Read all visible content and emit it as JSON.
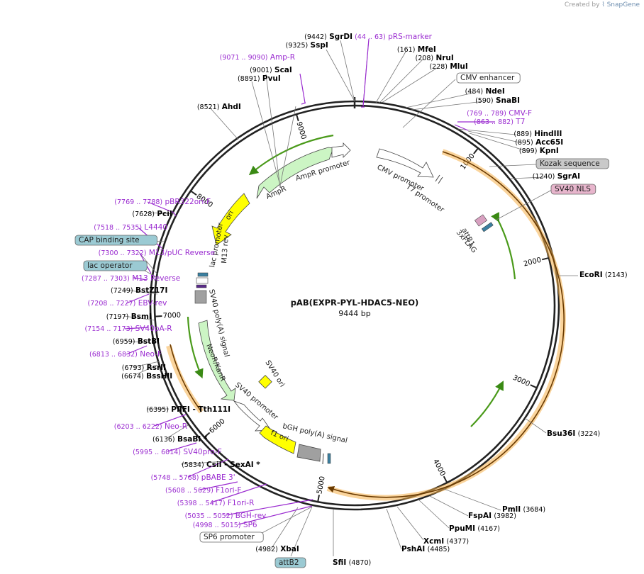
{
  "credit": {
    "created_by": "Created by",
    "brand": "SnapGene"
  },
  "plasmid": {
    "name": "pAB(EXPR-PYL-HDAC5-NEO)",
    "size_label": "9444 bp",
    "length": 9444
  },
  "ticks": [
    {
      "pos": 1000,
      "label": "1000"
    },
    {
      "pos": 2000,
      "label": "2000"
    },
    {
      "pos": 3000,
      "label": "3000"
    },
    {
      "pos": 4000,
      "label": "4000"
    },
    {
      "pos": 5000,
      "label": "5000"
    },
    {
      "pos": 6000,
      "label": "6000"
    },
    {
      "pos": 7000,
      "label": "7000"
    },
    {
      "pos": 8000,
      "label": "8000"
    },
    {
      "pos": 9000,
      "label": "9000"
    }
  ],
  "labels": [
    {
      "name": "SgrDI",
      "pos": "(9442)",
      "kind": "enzyme",
      "side": "right"
    },
    {
      "name": "pRS-marker",
      "pos": "(44 .. 63)",
      "kind": "primer",
      "side": "right"
    },
    {
      "name": "SspI",
      "pos": "(9325)",
      "kind": "enzyme",
      "side": "right"
    },
    {
      "name": "MfeI",
      "pos": "(161)",
      "kind": "enzyme",
      "side": "right"
    },
    {
      "name": "NruI",
      "pos": "(208)",
      "kind": "enzyme",
      "side": "right"
    },
    {
      "name": "Amp-R",
      "pos": "(9071 .. 9090)",
      "kind": "primer",
      "side": "right"
    },
    {
      "name": "MluI",
      "pos": "(228)",
      "kind": "enzyme",
      "side": "right"
    },
    {
      "name": "ScaI",
      "pos": "(9001)",
      "kind": "enzyme",
      "side": "right"
    },
    {
      "name": "PvuI",
      "pos": "(8891)",
      "kind": "enzyme",
      "side": "right"
    },
    {
      "name": "CMV enhancer",
      "pos": "",
      "kind": "feature",
      "side": "left"
    },
    {
      "name": "NdeI",
      "pos": "(484)",
      "kind": "enzyme",
      "side": "left"
    },
    {
      "name": "SnaBI",
      "pos": "(590)",
      "kind": "enzyme",
      "side": "left"
    },
    {
      "name": "AhdI",
      "pos": "(8521)",
      "kind": "enzyme",
      "side": "right"
    },
    {
      "name": "CMV-F",
      "pos": "(769 .. 789)",
      "kind": "primer",
      "side": "left"
    },
    {
      "name": "T7",
      "pos": "(863 .. 882)",
      "kind": "primer",
      "side": "left"
    },
    {
      "name": "HindIII",
      "pos": "(889)",
      "kind": "enzyme",
      "side": "left"
    },
    {
      "name": "Acc65I",
      "pos": "(895)",
      "kind": "enzyme",
      "side": "left"
    },
    {
      "name": "KpnI",
      "pos": "(899)",
      "kind": "enzyme",
      "side": "left"
    },
    {
      "name": "Kozak sequence",
      "pos": "",
      "kind": "feature_gray",
      "side": "left"
    },
    {
      "name": "SgrAI",
      "pos": "(1240)",
      "kind": "enzyme",
      "side": "left"
    },
    {
      "name": "SV40 NLS",
      "pos": "",
      "kind": "feature_pink",
      "side": "left"
    },
    {
      "name": "pBR322ori-F",
      "pos": "(7769 .. 7788)",
      "kind": "primer",
      "side": "right"
    },
    {
      "name": "PciI",
      "pos": "(7628)",
      "kind": "enzyme",
      "side": "right"
    },
    {
      "name": "L4440",
      "pos": "(7518 .. 7535)",
      "kind": "primer",
      "side": "right"
    },
    {
      "name": "CAP binding site",
      "pos": "",
      "kind": "feature_teal",
      "side": "right"
    },
    {
      "name": "lac operator",
      "pos": "",
      "kind": "feature_teal",
      "side": "right"
    },
    {
      "name": "M13/pUC Reverse",
      "pos": "(7300 .. 7322)",
      "kind": "primer",
      "side": "right"
    },
    {
      "name": "M13 Reverse",
      "pos": "(7287 .. 7303)",
      "kind": "primer",
      "side": "right"
    },
    {
      "name": "BstZ17I",
      "pos": "(7249)",
      "kind": "enzyme",
      "side": "right"
    },
    {
      "name": "EBV-rev",
      "pos": "(7208 .. 7227)",
      "kind": "primer",
      "side": "right"
    },
    {
      "name": "BsmI",
      "pos": "(7197)",
      "kind": "enzyme",
      "side": "right"
    },
    {
      "name": "SV40pA-R",
      "pos": "(7154 .. 7173)",
      "kind": "primer",
      "side": "right"
    },
    {
      "name": "BstBI",
      "pos": "(6959)",
      "kind": "enzyme",
      "side": "right"
    },
    {
      "name": "Neo-F",
      "pos": "(6813 .. 6832)",
      "kind": "primer",
      "side": "right"
    },
    {
      "name": "RsrII",
      "pos": "(6793)",
      "kind": "enzyme",
      "side": "right"
    },
    {
      "name": "BssHII",
      "pos": "(6674)",
      "kind": "enzyme",
      "side": "right"
    },
    {
      "name": "PflFI - Tth111I",
      "pos": "(6395)",
      "kind": "enzyme",
      "side": "right"
    },
    {
      "name": "Neo-R",
      "pos": "(6203 .. 6222)",
      "kind": "primer",
      "side": "right"
    },
    {
      "name": "BsaBI *",
      "pos": "(6136)",
      "kind": "enzyme",
      "side": "right"
    },
    {
      "name": "SV40pro-F",
      "pos": "(5995 .. 6014)",
      "kind": "primer",
      "side": "right"
    },
    {
      "name": "CsiI - SexAI *",
      "pos": "(5834)",
      "kind": "enzyme",
      "side": "right"
    },
    {
      "name": "pBABE 3'",
      "pos": "(5748 .. 5768)",
      "kind": "primer",
      "side": "right"
    },
    {
      "name": "F1ori-F",
      "pos": "(5608 .. 5629)",
      "kind": "primer",
      "side": "right"
    },
    {
      "name": "F1ori-R",
      "pos": "(5398 .. 5417)",
      "kind": "primer",
      "side": "right"
    },
    {
      "name": "BGH-rev",
      "pos": "(5035 .. 5052)",
      "kind": "primer",
      "side": "right"
    },
    {
      "name": "SP6",
      "pos": "(4998 .. 5015)",
      "kind": "primer",
      "side": "right"
    },
    {
      "name": "SP6 promoter",
      "pos": "",
      "kind": "feature",
      "side": "right"
    },
    {
      "name": "XbaI",
      "pos": "(4982)",
      "kind": "enzyme",
      "side": "right"
    },
    {
      "name": "attB2",
      "pos": "",
      "kind": "feature_teal",
      "side": "none"
    },
    {
      "name": "SfiI",
      "pos": "(4870)",
      "kind": "enzyme",
      "side": "left"
    },
    {
      "name": "PshAI",
      "pos": "(4485)",
      "kind": "enzyme",
      "side": "left"
    },
    {
      "name": "XcmI",
      "pos": "(4377)",
      "kind": "enzyme",
      "side": "left"
    },
    {
      "name": "PpuMI",
      "pos": "(4167)",
      "kind": "enzyme",
      "side": "left"
    },
    {
      "name": "FspAI",
      "pos": "(3982)",
      "kind": "enzyme",
      "side": "left"
    },
    {
      "name": "PmlI",
      "pos": "(3684)",
      "kind": "enzyme",
      "side": "left"
    },
    {
      "name": "Bsu36I",
      "pos": "(3224)",
      "kind": "enzyme",
      "side": "left"
    },
    {
      "name": "EcoRI",
      "pos": "(2143)",
      "kind": "enzyme",
      "side": "left"
    }
  ],
  "inner_labels": [
    {
      "text": "CMV promoter"
    },
    {
      "text": "T7 promoter"
    },
    {
      "text": "3xFLAG"
    },
    {
      "text": "attB1"
    },
    {
      "text": "AmpR promoter"
    },
    {
      "text": "AmpR"
    },
    {
      "text": "ori"
    },
    {
      "text": "lac promoter"
    },
    {
      "text": "M13 rev"
    },
    {
      "text": "SV40 poly(A) signal"
    },
    {
      "text": "NeoR/KanR"
    },
    {
      "text": "SV40 ori"
    },
    {
      "text": "SV40 promoter"
    },
    {
      "text": "f1 ori"
    },
    {
      "text": "bGH poly(A) signal"
    }
  ],
  "colors": {
    "primer": "#9a2bd0",
    "ring": "#222222",
    "orf": "#f5b14a",
    "green_arrow": "#4a9a1a",
    "yellow": "#ffff00",
    "teal": "#9bcad3",
    "pink": "#e7b5cc",
    "gray_feature": "#c9c9c9",
    "light_green": "#ccf5c4"
  }
}
